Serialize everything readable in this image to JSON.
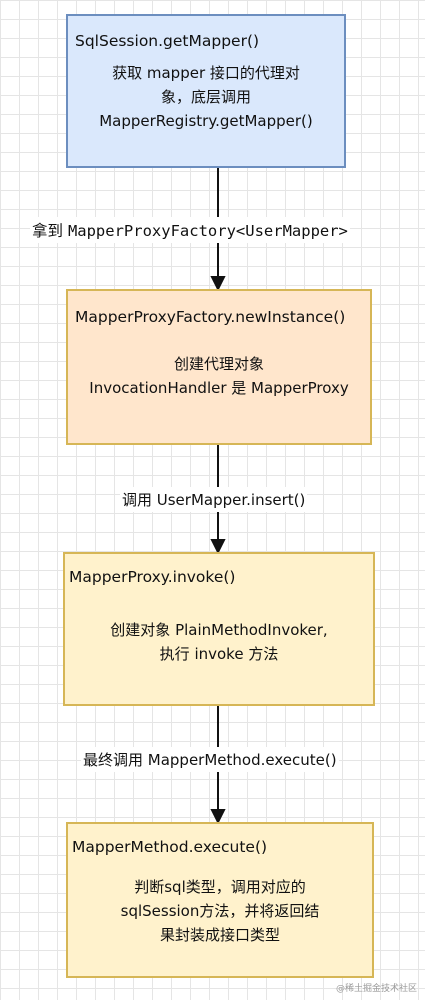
{
  "nodes": [
    {
      "title": "SqlSession.getMapper()",
      "body": "获取 mapper 接口的代理对\n象，底层调用\nMapperRegistry.getMapper()"
    },
    {
      "title": "MapperProxyFactory.newInstance()",
      "body": "创建代理对象\nInvocationHandler 是 MapperProxy"
    },
    {
      "title": "MapperProxy.invoke()",
      "body": "创建对象 PlainMethodInvoker,\n执行 invoke 方法"
    },
    {
      "title": "MapperMethod.execute()",
      "body": "判断sql类型，调用对应的\nsqlSession方法，并将返回结\n果封装成接口类型"
    }
  ],
  "edges": [
    {
      "label_prefix": "拿到 ",
      "label_code": "MapperProxyFactory<UserMapper>"
    },
    {
      "label": "调用 UserMapper.insert()"
    },
    {
      "label": "最终调用 MapperMethod.execute()"
    }
  ],
  "watermark": "@稀土掘金技术社区"
}
